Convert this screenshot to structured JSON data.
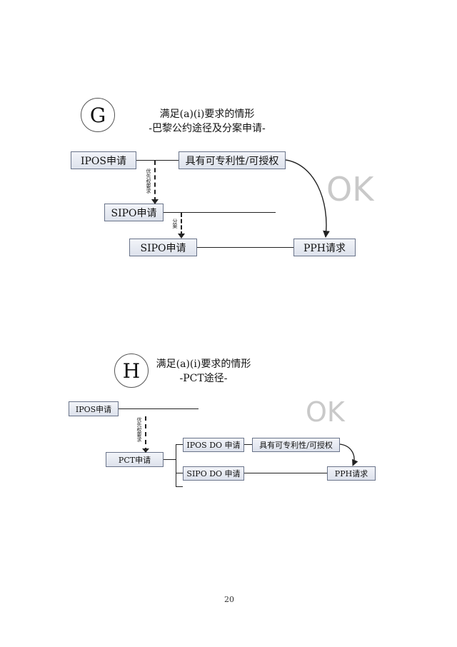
{
  "g": {
    "letter": "G",
    "title_line1": "满足(a)(i)要求的情形",
    "title_line2": "-巴黎公约途径及分案申请-",
    "ipos_box": "IPOS申请",
    "patentable_box": "具有可专利性/可授权",
    "sipo1_box": "SIPO申请",
    "sipo2_box": "SIPO申请",
    "pph_box": "PPH请求",
    "priority_label": "优先权要求",
    "divisional_label": "分案",
    "ok": "OK"
  },
  "h": {
    "letter": "H",
    "title_line1": "满足(a)(i)要求的情形",
    "title_line2": "-PCT途径-",
    "ipos_box": "IPOS申请",
    "pct_box": "PCT申请",
    "ipos_do_box": "IPOS DO 申请",
    "sipo_do_box": "SIPO DO 申请",
    "patentable_box": "具有可专利性/可授权",
    "pph_box": "PPH请求",
    "priority_label": "优先权要求",
    "ok": "OK"
  },
  "page_number": "20"
}
